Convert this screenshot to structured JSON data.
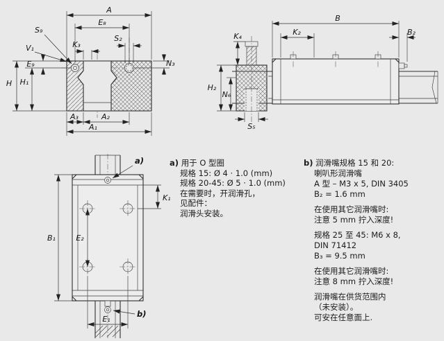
{
  "page": {
    "background": "#e9e9e9"
  },
  "views": {
    "front": {
      "labels": {
        "A": "A",
        "E8": "E₈",
        "S9": "S₉",
        "S2": "S₂",
        "V1": "V₁",
        "K3": "K₃",
        "N3": "N₃",
        "E9": "E₉",
        "H": "H",
        "H1": "H₁",
        "A3": "A₃",
        "A2": "A₂",
        "A1": "A₁"
      }
    },
    "side": {
      "labels": {
        "B": "B",
        "K2": "K₂",
        "B2": "B₂",
        "K4": "K₄",
        "H2": "H₂",
        "N6": "N₆",
        "S5": "S₅"
      }
    },
    "top": {
      "labels": {
        "K1": "K₁",
        "B1": "B₁",
        "E2": "E₂",
        "E1": "E₁",
        "a": "a)",
        "b": "b)"
      }
    }
  },
  "notes": {
    "a": {
      "marker": "a)",
      "lines": [
        "用于 O 型圈",
        "规格 15: Ø 4 · 1.0 (mm)",
        "规格 20-45: Ø 5 · 1.0 (mm)",
        "在需要时，开润滑孔，",
        "见配件：",
        "润滑头安装。"
      ]
    },
    "b": {
      "marker": "b)",
      "paras": [
        [
          "润滑嘴规格 15 和 20:",
          "喇叭形润滑嘴",
          "A 型 – M3 x 5, DIN 3405",
          "B₂ = 1.6 mm"
        ],
        [
          "在使用其它润滑嘴时:",
          "注意 5 mm 拧入深度!"
        ],
        [
          "规格 25 至 45: M6 x 8,",
          "DIN 71412",
          "B₃ = 9.5 mm"
        ],
        [
          "在使用其它润滑嘴时:",
          "注意 8 mm 拧入深度!"
        ],
        [
          "润滑嘴在供货范围内",
          "（未安装）。",
          "可安在任意面上."
        ]
      ]
    }
  }
}
